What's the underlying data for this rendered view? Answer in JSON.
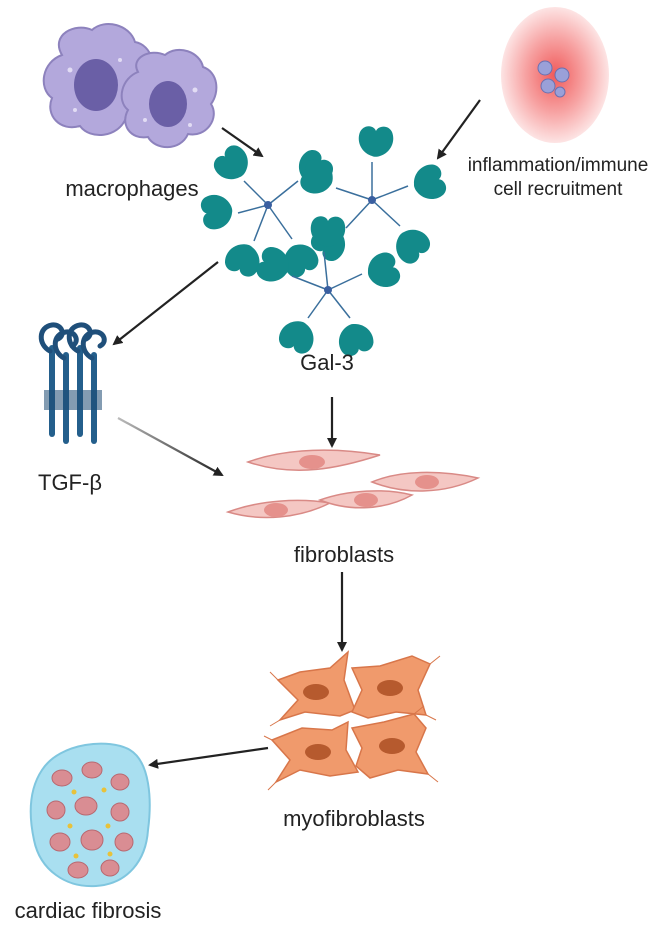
{
  "labels": {
    "macrophages": "macrophages",
    "inflammation": "inflammation/immune\ncell recruitment",
    "gal3": "Gal-3",
    "tgfb": "TGF-β",
    "fibroblasts": "fibroblasts",
    "myofibroblasts": "myofibroblasts",
    "cardiac_fibrosis": "cardiac fibrosis"
  },
  "icons": {
    "macrophage": "macrophage-cell-icon",
    "inflammation": "inflamed-tissue-icon",
    "galectin": "galectin-3-molecule-icon",
    "receptor": "tgf-beta-receptor-icon",
    "fibroblast": "fibroblast-cell-icon",
    "myofibroblast": "myofibroblast-cell-icon",
    "fibrosis": "fibrotic-tissue-icon"
  },
  "colors": {
    "macrophage": "#b3a8dc",
    "galectin": "#138a8a",
    "receptor": "#245f8c",
    "fibroblast": "#f4c7c3",
    "myofibroblast": "#f09a6c",
    "inflammation": "#f26d6d",
    "tissue": "#a9dff0",
    "arrow": "#222222"
  }
}
